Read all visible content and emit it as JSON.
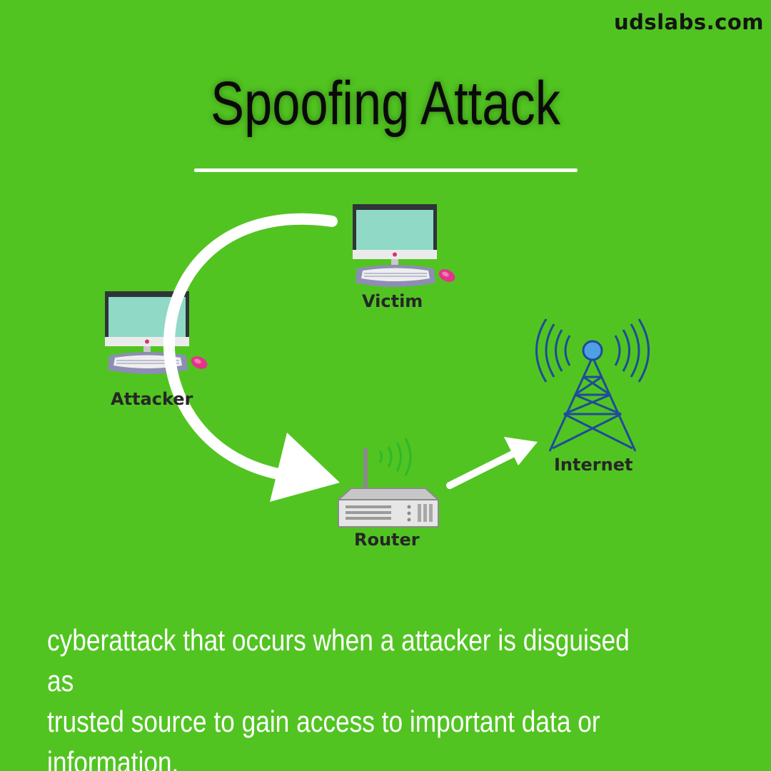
{
  "site": {
    "url": "udslabs.com"
  },
  "title": "Spoofing Attack",
  "nodes": {
    "victim": {
      "label": "Victim",
      "icon": "desktop-computer-icon"
    },
    "attacker": {
      "label": "Attacker",
      "icon": "desktop-computer-icon"
    },
    "router": {
      "label": "Router",
      "icon": "wifi-router-icon"
    },
    "internet": {
      "label": "Internet",
      "icon": "radio-tower-icon"
    }
  },
  "description": {
    "line1": "cyberattack that occurs when a attacker is disguised as",
    "line2": "trusted source to gain access to important data or information."
  },
  "colors": {
    "background": "#51c421",
    "arrow": "#ffffff",
    "screen": "#8fd9c6",
    "tower": "#1f4b9a"
  }
}
